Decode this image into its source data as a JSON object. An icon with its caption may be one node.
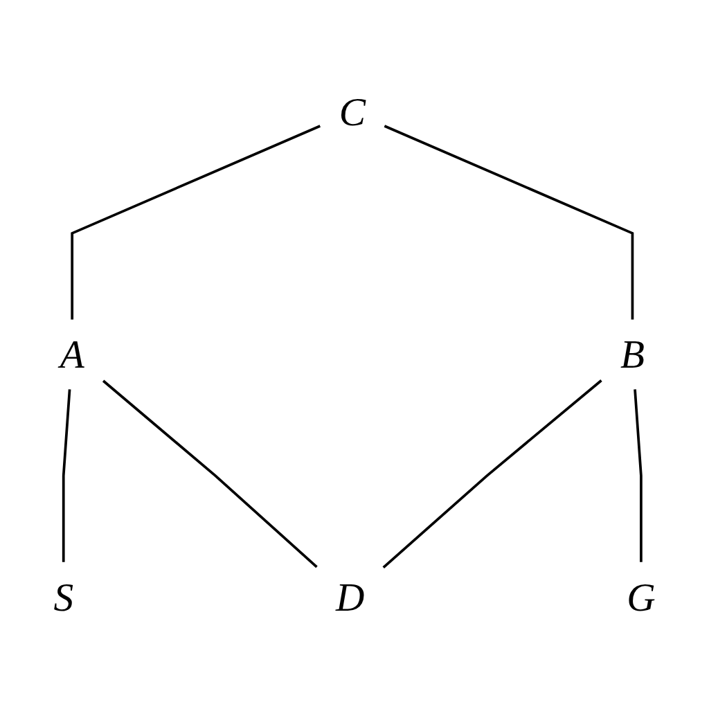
{
  "diagram": {
    "nodes": [
      {
        "text": [
          "C"
        ]
      },
      {
        "text": [
          "A"
        ]
      },
      {
        "text": [
          "B"
        ]
      },
      {
        "text": [
          "D"
        ]
      },
      {
        "text": [
          "S"
        ]
      },
      {
        "text": [
          "G"
        ]
      }
    ],
    "edges": [
      {
        "from": 0,
        "to": 1,
        "arrow": "none"
      },
      {
        "from": 0,
        "to": 2,
        "arrow": "none"
      },
      {
        "from": 1,
        "to": 4,
        "arrow": "none"
      },
      {
        "from": 1,
        "to": 3,
        "arrow": "none"
      },
      {
        "from": 2,
        "to": 3,
        "arrow": "none"
      },
      {
        "from": 2,
        "to": 5,
        "arrow": "none"
      }
    ]
  }
}
